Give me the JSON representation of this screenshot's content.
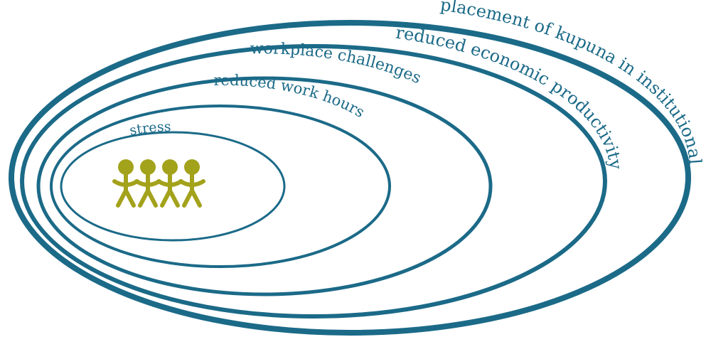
{
  "diagram": {
    "rings": [
      {
        "id": "stress",
        "label": "stress"
      },
      {
        "id": "work-hours",
        "label": "reduced work hours"
      },
      {
        "id": "workplace",
        "label": "workplace challenges"
      },
      {
        "id": "economic",
        "label": "reduced economic productivity"
      },
      {
        "id": "institutional",
        "label": "placement of kupuna in institutional care"
      }
    ],
    "people": {
      "count": 4,
      "icon": "people-holding-hands-icon"
    },
    "colors": {
      "ring": "#1b6a88",
      "people": "#a3a21b",
      "background": "#ffffff"
    }
  }
}
